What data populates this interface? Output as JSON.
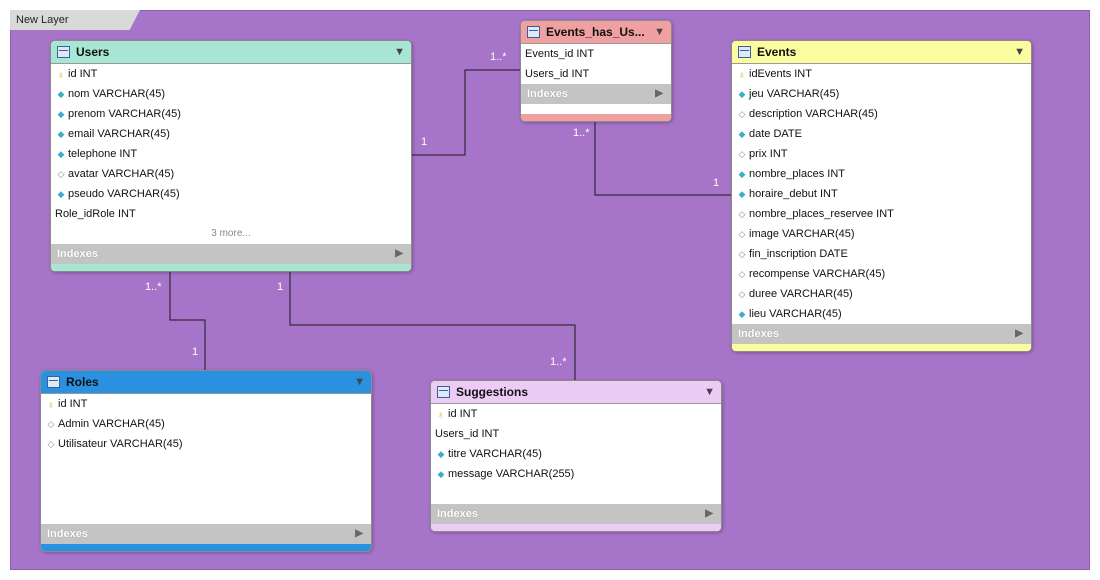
{
  "layer": {
    "name": "New Layer"
  },
  "colors": {
    "canvas": "#a674c8",
    "users": "#a8e6d4",
    "events_has_users": "#f0a0a0",
    "events": "#fbfba0",
    "roles": "#2a90e0",
    "suggestions": "#eccbf5"
  },
  "icons": {
    "primary_key": "key-icon",
    "column": "diamond-icon",
    "table": "table-icon"
  },
  "tables": {
    "users": {
      "name": "Users",
      "columns": [
        {
          "text": "id INT",
          "icon": "key"
        },
        {
          "text": "nom VARCHAR(45)",
          "icon": "fill"
        },
        {
          "text": "prenom VARCHAR(45)",
          "icon": "fill"
        },
        {
          "text": "email VARCHAR(45)",
          "icon": "fill"
        },
        {
          "text": "telephone INT",
          "icon": "fill"
        },
        {
          "text": "avatar VARCHAR(45)",
          "icon": "empty"
        },
        {
          "text": "pseudo VARCHAR(45)",
          "icon": "fill"
        },
        {
          "text": "Role_idRole INT",
          "icon": "none"
        }
      ],
      "more": "3 more...",
      "indexes": "Indexes"
    },
    "events_has_users": {
      "name": "Events_has_Us...",
      "columns": [
        {
          "text": "Events_id INT",
          "icon": "none"
        },
        {
          "text": "Users_id INT",
          "icon": "none"
        }
      ],
      "indexes": "Indexes"
    },
    "events": {
      "name": "Events",
      "columns": [
        {
          "text": "idEvents INT",
          "icon": "key"
        },
        {
          "text": "jeu VARCHAR(45)",
          "icon": "fill"
        },
        {
          "text": "description VARCHAR(45)",
          "icon": "empty"
        },
        {
          "text": "date DATE",
          "icon": "fill"
        },
        {
          "text": "prix INT",
          "icon": "empty"
        },
        {
          "text": "nombre_places INT",
          "icon": "fill"
        },
        {
          "text": "horaire_debut INT",
          "icon": "fill"
        },
        {
          "text": "nombre_places_reservee INT",
          "icon": "empty"
        },
        {
          "text": "image VARCHAR(45)",
          "icon": "empty"
        },
        {
          "text": "fin_inscription DATE",
          "icon": "empty"
        },
        {
          "text": "recompense VARCHAR(45)",
          "icon": "empty"
        },
        {
          "text": "duree VARCHAR(45)",
          "icon": "empty"
        },
        {
          "text": "lieu VARCHAR(45)",
          "icon": "fill"
        }
      ],
      "indexes": "Indexes"
    },
    "roles": {
      "name": "Roles",
      "columns": [
        {
          "text": "id INT",
          "icon": "key"
        },
        {
          "text": "Admin VARCHAR(45)",
          "icon": "empty"
        },
        {
          "text": "Utilisateur VARCHAR(45)",
          "icon": "empty"
        }
      ],
      "indexes": "Indexes"
    },
    "suggestions": {
      "name": "Suggestions",
      "columns": [
        {
          "text": "id INT",
          "icon": "key"
        },
        {
          "text": "Users_id INT",
          "icon": "none"
        },
        {
          "text": "titre VARCHAR(45)",
          "icon": "fill"
        },
        {
          "text": "message VARCHAR(255)",
          "icon": "fill"
        }
      ],
      "indexes": "Indexes"
    }
  },
  "relationships": {
    "users_ehu": {
      "users_end": "1",
      "ehu_end": "1..*"
    },
    "ehu_events": {
      "ehu_end": "1..*",
      "events_end": "1"
    },
    "users_roles": {
      "users_end": "1..*",
      "roles_end": "1"
    },
    "users_suggestions": {
      "users_end": "1",
      "suggestions_end": "1..*"
    }
  }
}
